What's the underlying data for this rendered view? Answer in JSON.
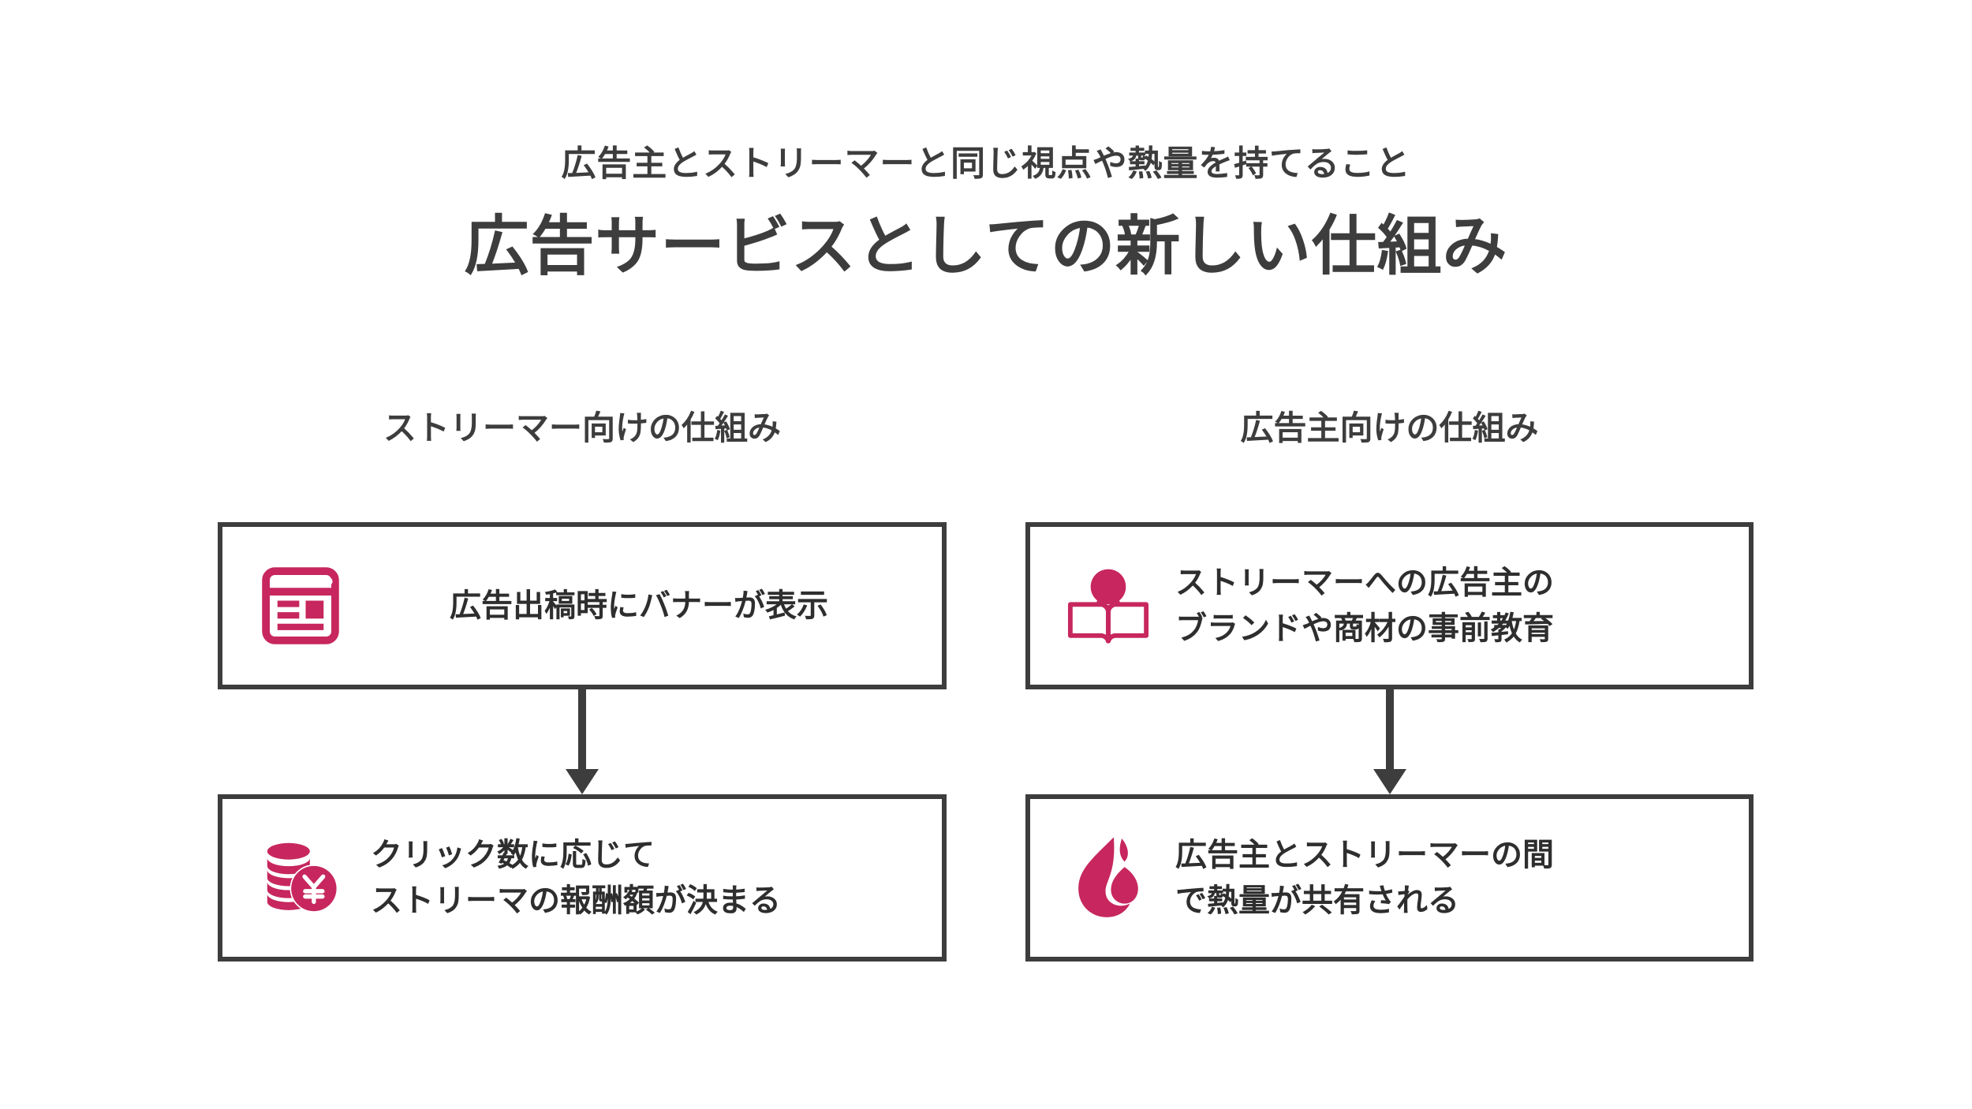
{
  "slide": {
    "background_color": "#ffffff",
    "accent_color": "#c7275e",
    "text_color": "#3d3d3d",
    "border_color": "#3d3d3d",
    "subtitle": "広告主とストリーマーと同じ視点や熱量を持てること",
    "title": "広告サービスとしての新しい仕組み"
  },
  "columns": [
    {
      "id": "streamer",
      "header": "ストリーマー向けの仕組み",
      "boxes": [
        {
          "id": "banner-display",
          "icon": "browser-banner-icon",
          "lines": [
            "広告出稿時にバナーが表示"
          ]
        },
        {
          "id": "click-reward",
          "icon": "coins-yen-icon",
          "lines": [
            "クリック数に応じて",
            "ストリーマの報酬額が決まる"
          ]
        }
      ]
    },
    {
      "id": "advertiser",
      "header": "広告主向けの仕組み",
      "boxes": [
        {
          "id": "pre-education",
          "icon": "person-reading-book-icon",
          "lines": [
            "ストリーマーへの広告主の",
            "ブランドや商材の事前教育"
          ]
        },
        {
          "id": "passion-shared",
          "icon": "flame-icon",
          "lines": [
            "広告主とストリーマーの間",
            "で熱量が共有される"
          ]
        }
      ]
    }
  ],
  "connectors": [
    {
      "id": "arrow-streamer",
      "direction": "down",
      "from": "banner-display",
      "to": "click-reward"
    },
    {
      "id": "arrow-advertiser",
      "direction": "down",
      "from": "pre-education",
      "to": "passion-shared"
    }
  ]
}
